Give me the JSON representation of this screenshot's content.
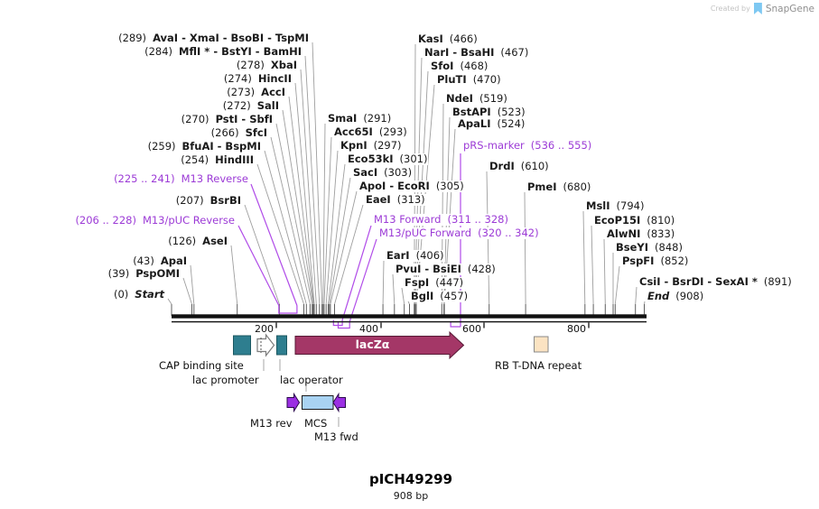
{
  "watermark": {
    "created_by": "Created by",
    "brand": "SnapGene"
  },
  "title": {
    "name": "pICH49299",
    "length": "908 bp"
  },
  "ruler": {
    "ticks": [
      "200",
      "400",
      "600",
      "800"
    ]
  },
  "sites_left": [
    {
      "pos": "(289)",
      "name": "AvaI - XmaI - BsoBI - TspMI"
    },
    {
      "pos": "(284)",
      "name": "MflI * - BstYI - BamHI"
    },
    {
      "pos": "(278)",
      "name": "XbaI"
    },
    {
      "pos": "(274)",
      "name": "HincII"
    },
    {
      "pos": "(273)",
      "name": "AccI"
    },
    {
      "pos": "(272)",
      "name": "SalI"
    },
    {
      "pos": "(270)",
      "name": "PstI - SbfI"
    },
    {
      "pos": "(266)",
      "name": "SfcI"
    },
    {
      "pos": "(259)",
      "name": "BfuAI - BspMI"
    },
    {
      "pos": "(254)",
      "name": "HindIII"
    },
    {
      "pos": "(225 .. 241)",
      "name": "M13 Reverse"
    },
    {
      "pos": "(207)",
      "name": "BsrBI"
    },
    {
      "pos": "(206 .. 228)",
      "name": "M13/pUC Reverse"
    },
    {
      "pos": "(126)",
      "name": "AseI"
    },
    {
      "pos": "(43)",
      "name": "ApaI"
    },
    {
      "pos": "(39)",
      "name": "PspOMI"
    },
    {
      "pos": "(0)",
      "name": "Start"
    }
  ],
  "sites_mid": [
    {
      "name": "SmaI",
      "pos": "(291)"
    },
    {
      "name": "Acc65I",
      "pos": "(293)"
    },
    {
      "name": "KpnI",
      "pos": "(297)"
    },
    {
      "name": "Eco53kI",
      "pos": "(301)"
    },
    {
      "name": "SacI",
      "pos": "(303)"
    },
    {
      "name": "ApoI - EcoRI",
      "pos": "(305)"
    },
    {
      "name": "EaeI",
      "pos": "(313)"
    },
    {
      "name": "M13 Forward",
      "pos": "(311 .. 328)"
    },
    {
      "name": "M13/pUC Forward",
      "pos": "(320 .. 342)"
    },
    {
      "name": "EarI",
      "pos": "(406)"
    },
    {
      "name": "PvuI - BsiEI",
      "pos": "(428)"
    },
    {
      "name": "FspI",
      "pos": "(447)"
    },
    {
      "name": "BglI",
      "pos": "(457)"
    }
  ],
  "sites_right": [
    {
      "name": "KasI",
      "pos": "(466)"
    },
    {
      "name": "NarI - BsaHI",
      "pos": "(467)"
    },
    {
      "name": "SfoI",
      "pos": "(468)"
    },
    {
      "name": "PluTI",
      "pos": "(470)"
    },
    {
      "name": "NdeI",
      "pos": "(519)"
    },
    {
      "name": "BstAPI",
      "pos": "(523)"
    },
    {
      "name": "ApaLI",
      "pos": "(524)"
    },
    {
      "name": "pRS-marker",
      "pos": "(536 .. 555)"
    },
    {
      "name": "DrdI",
      "pos": "(610)"
    },
    {
      "name": "PmeI",
      "pos": "(680)"
    },
    {
      "name": "MslI",
      "pos": "(794)"
    },
    {
      "name": "EcoP15I",
      "pos": "(810)"
    },
    {
      "name": "AlwNI",
      "pos": "(833)"
    },
    {
      "name": "BseYI",
      "pos": "(848)"
    },
    {
      "name": "PspFI",
      "pos": "(852)"
    },
    {
      "name": "CsiI - BsrDI - SexAI *",
      "pos": "(891)"
    },
    {
      "name": "End",
      "pos": "(908)"
    }
  ],
  "features": {
    "cap_binding_site": "CAP binding site",
    "lac_promoter": "lac promoter",
    "lac_operator": "lac operator",
    "lacza": "lacZα",
    "rb_tdna": "RB T-DNA repeat",
    "m13_rev": "M13 rev",
    "mcs": "MCS",
    "m13_fwd": "M13 fwd"
  },
  "colors": {
    "primer_purple": "#9C3BD6",
    "feature_teal": "#2E7E8F",
    "lacza_fill": "#A43767",
    "rb_fill": "#FBE3C2",
    "mcs_fill": "#A9D3F2",
    "m13_arrow_fill": "#9B2FE3",
    "brand_blue": "#7EC8F2"
  }
}
